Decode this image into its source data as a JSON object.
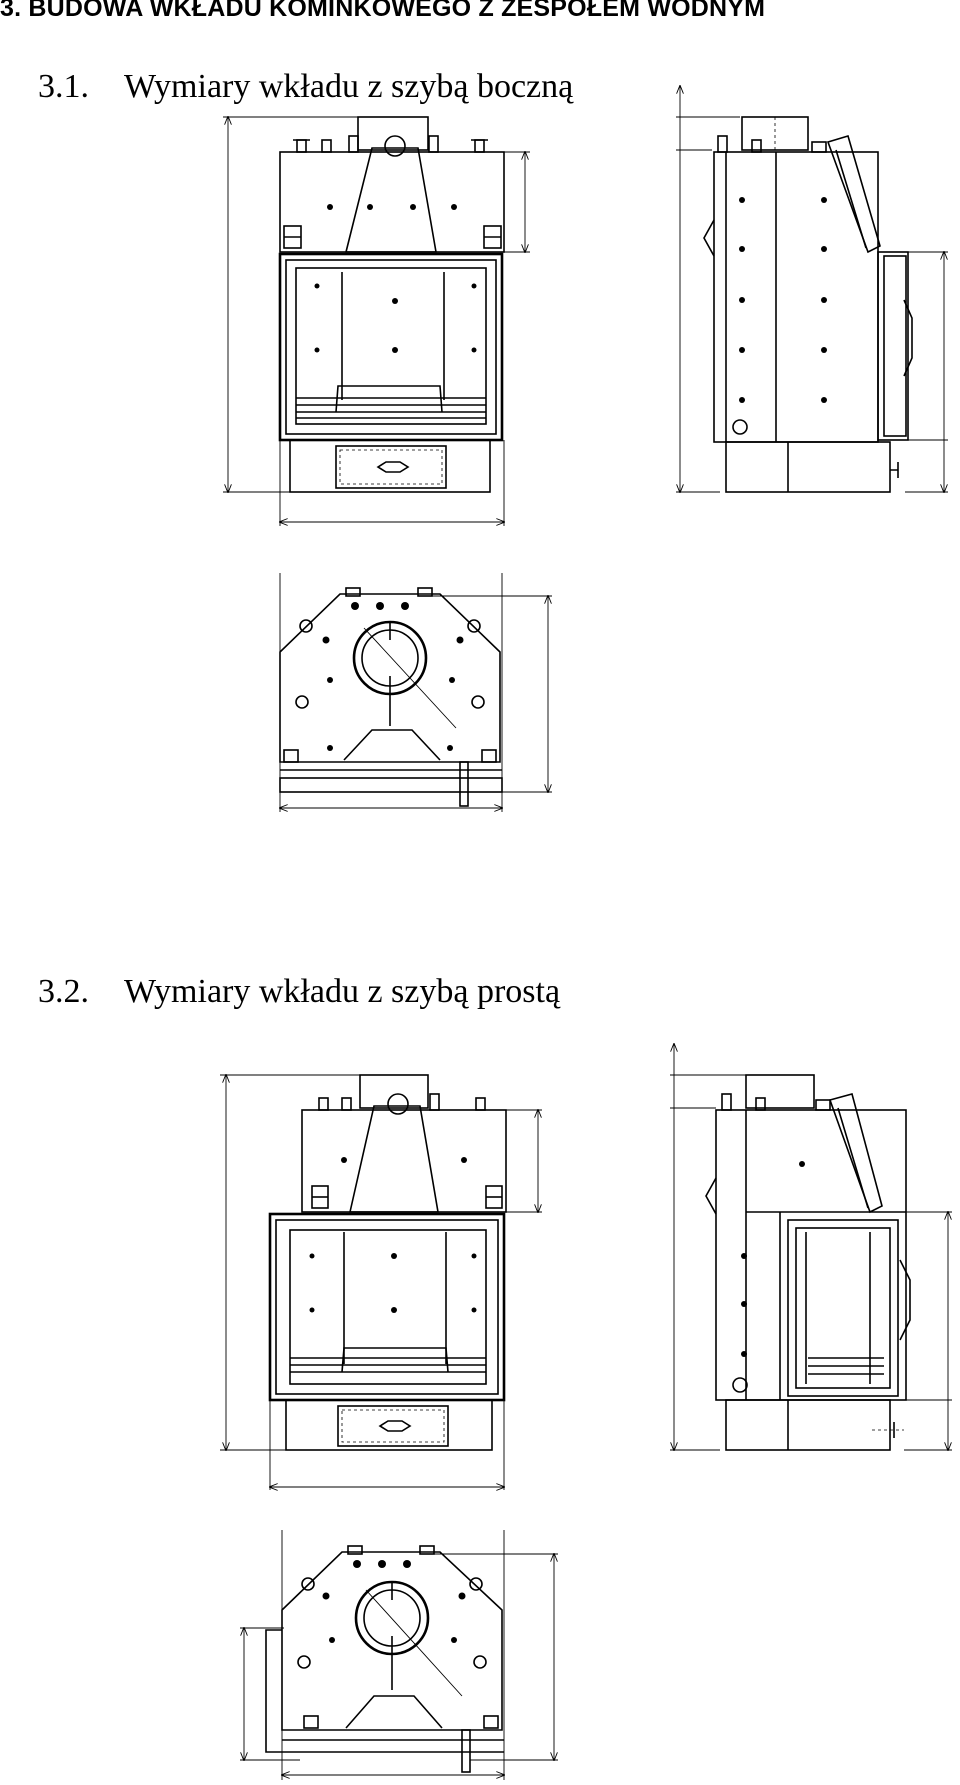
{
  "document": {
    "heading": "3. BUDOWA WKŁADU KOMINKOWEGO Z ZESPOŁEM WODNYM",
    "sections": [
      {
        "number": "3.1.",
        "title": "Wymiary wkładu z szybą boczną"
      },
      {
        "number": "3.2.",
        "title": "Wymiary wkładu z szybą prostą"
      }
    ]
  },
  "icons": [
    "front-view-drawing",
    "side-view-drawing",
    "top-view-drawing",
    "dimension-arrow"
  ],
  "colors": {
    "ink": "#000000",
    "paper": "#ffffff"
  }
}
